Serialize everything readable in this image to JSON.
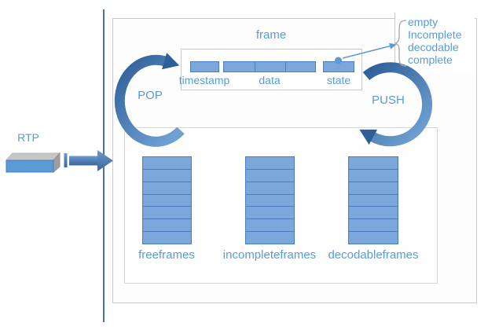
{
  "diagram": {
    "input": {
      "label": "RTP"
    },
    "frame_box": {
      "title": "frame",
      "fields": [
        {
          "label": "timestamp"
        },
        {
          "label": "data",
          "segments": 3
        },
        {
          "label": "state"
        }
      ]
    },
    "state_callout": {
      "states": [
        "empty",
        "Incomplete",
        "decodable",
        "complete"
      ]
    },
    "operations": {
      "pop": "POP",
      "push": "PUSH"
    },
    "queues": [
      {
        "label": "freeframes",
        "slots": 7
      },
      {
        "label": "incompleteframes",
        "slots": 7
      },
      {
        "label": "decodableframes",
        "slots": 7
      }
    ]
  },
  "colors": {
    "accent": "#5B9BD5",
    "fill-light": "#7BA7DB",
    "fill-border": "#4A7EBB",
    "arc-dark": "#2E5E96",
    "arc-light": "#6FA0D2",
    "arrow": "#4678B2",
    "vline": "#4472A4",
    "container-border": "#C9CACD",
    "inner-border": "#D6D6D6",
    "brace": "#ABABAB",
    "slab-top": "#C6C6C6",
    "slab-side": "#9E9E9E"
  }
}
